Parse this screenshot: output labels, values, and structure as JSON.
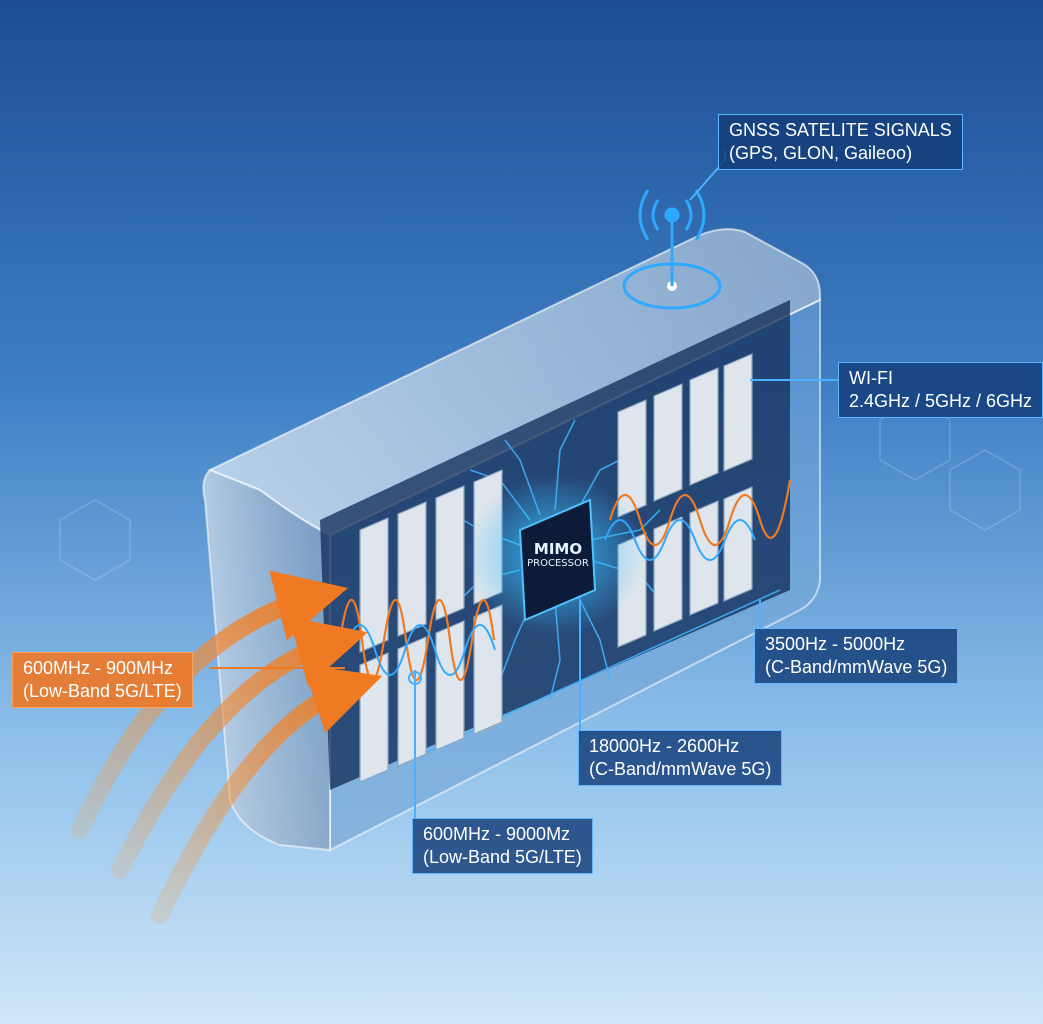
{
  "callouts": {
    "gnss": {
      "line1": "GNSS SATELITE SIGNALS",
      "line2": "(GPS, GLON, Gaileoo)"
    },
    "wifi": {
      "line1": "WI-FI",
      "line2": "2.4GHz / 5GHz / 6GHz"
    },
    "c_band": {
      "line1": "3500Hz - 5000Hz",
      "line2": "(C-Band/mmWave 5G)"
    },
    "mid_band": {
      "line1": "18000Hz - 2600Hz",
      "line2": "(C-Band/mmWave 5G)"
    },
    "low_band_left": {
      "line1": "600MHz - 900MHz",
      "line2": "(Low-Band 5G/LTE)"
    },
    "low_band_bottom": {
      "line1": "600MHz - 9000Mz",
      "line2": "(Low-Band 5G/LTE)"
    }
  },
  "processor": {
    "line1": "MIMO",
    "line2": "PROCESSOR"
  },
  "colors": {
    "callout_bg": "#123c78",
    "callout_border": "#5fb6ff",
    "low_band_orange": "#ec7828",
    "signal_blue": "#2fa8ff"
  }
}
